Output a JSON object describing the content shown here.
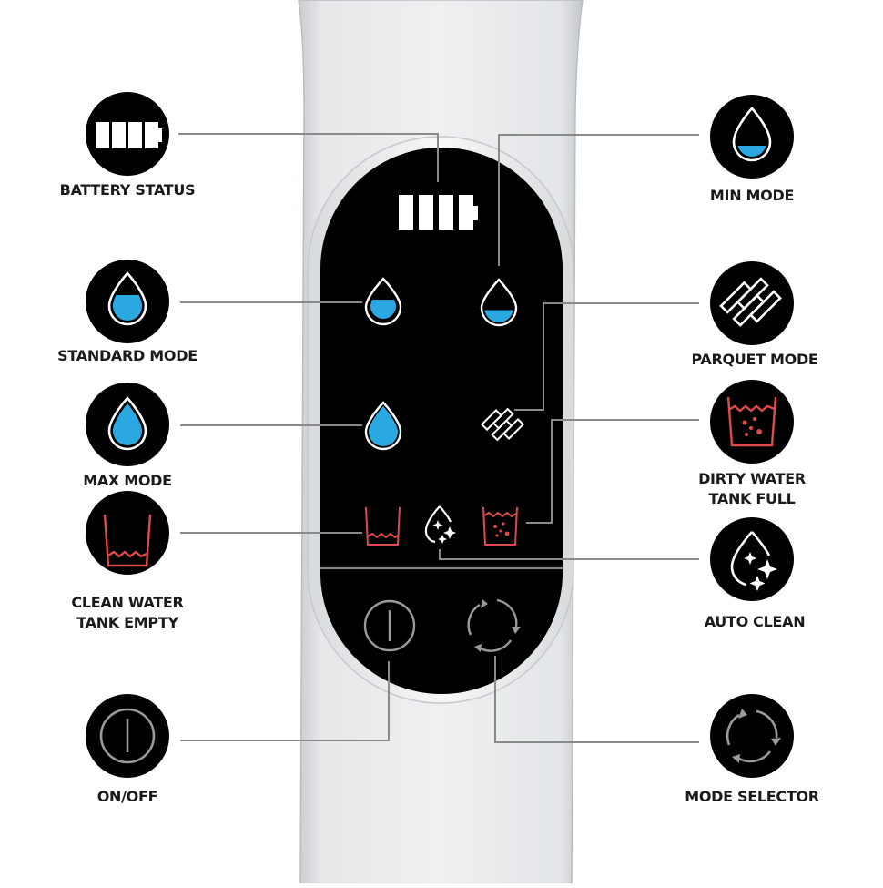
{
  "colors": {
    "background": "#ffffff",
    "device_body": "#e9ebec",
    "panel": "#000000",
    "leader_line": "#8a8a8a",
    "water_blue": "#2aa9e0",
    "warning_red": "#e04a4a",
    "icon_white": "#ffffff",
    "button_gray": "#9a9a9a",
    "label_text": "#1a1a1a"
  },
  "callouts": {
    "left": [
      {
        "id": "battery-status",
        "label": "BATTERY STATUS",
        "icon": "battery-icon"
      },
      {
        "id": "standard-mode",
        "label": "STANDARD MODE",
        "icon": "water-drop-half-icon"
      },
      {
        "id": "max-mode",
        "label": "MAX MODE",
        "icon": "water-drop-full-icon"
      },
      {
        "id": "clean-water-tank-empty",
        "label_line1": "CLEAN WATER",
        "label_line2": "TANK EMPTY",
        "icon": "empty-tank-icon"
      },
      {
        "id": "on-off",
        "label": "ON/OFF",
        "icon": "power-icon"
      }
    ],
    "right": [
      {
        "id": "min-mode",
        "label": "MIN MODE",
        "icon": "water-drop-low-icon"
      },
      {
        "id": "parquet-mode",
        "label": "PARQUET MODE",
        "icon": "parquet-icon"
      },
      {
        "id": "dirty-water-tank-full",
        "label_line1": "DIRTY WATER",
        "label_line2": "TANK FULL",
        "icon": "dirty-tank-icon"
      },
      {
        "id": "auto-clean",
        "label": "AUTO CLEAN",
        "icon": "sparkle-drop-icon"
      },
      {
        "id": "mode-selector",
        "label": "MODE SELECTOR",
        "icon": "cycle-arrows-icon"
      }
    ]
  },
  "panel": {
    "indicators": [
      "battery-icon",
      "water-drop-half-icon",
      "water-drop-low-icon",
      "water-drop-full-icon",
      "parquet-icon",
      "empty-tank-icon",
      "sparkle-drop-icon",
      "dirty-tank-icon"
    ],
    "buttons": [
      "power-button",
      "mode-selector-button"
    ]
  }
}
